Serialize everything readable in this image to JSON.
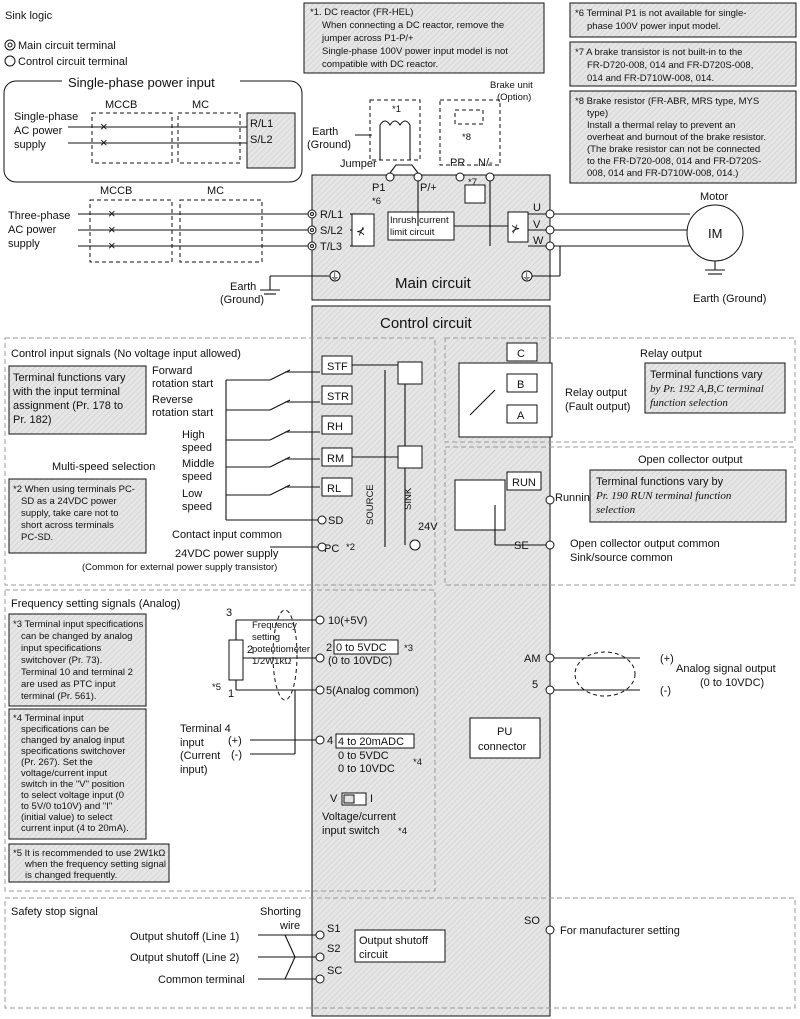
{
  "legend": {
    "title": "Sink logic",
    "main": "Main circuit terminal",
    "control": "Control circuit terminal"
  },
  "single_phase": {
    "title": "Single-phase power input",
    "src1": "Single-phase",
    "src2": "AC power",
    "src3": "supply",
    "mccb": "MCCB",
    "mc": "MC",
    "r": "R/L1",
    "s": "S/L2"
  },
  "three_phase": {
    "src1": "Three-phase",
    "src2": "AC power",
    "src3": "supply",
    "mccb": "MCCB",
    "mc": "MC"
  },
  "notes": {
    "n1": [
      "*1.   DC reactor (FR-HEL)",
      "When connecting a DC reactor, remove the",
      "jumper across P1-P/+",
      "Single-phase 100V power input model is not",
      "compatible with DC reactor."
    ],
    "n6": [
      "*6   Terminal P1 is not available for single-",
      "phase 100V power input model."
    ],
    "n7": [
      "*7   A brake transistor is not built-in to the",
      "FR-D720-008, 014 and FR-D720S-008,",
      "014 and FR-D710W-008, 014."
    ],
    "n8": [
      "*8   Brake resistor (FR-ABR, MRS type, MYS",
      "type)",
      "Install a thermal relay to prevent an",
      "overheat and burnout of the brake resistor.",
      "(The brake resistor can not be connected",
      "to the FR-D720-008, 014 and FR-D720S-",
      "008, 014 and FR-D710W-008, 014.)"
    ]
  },
  "main": {
    "earth": "Earth",
    "ground": "(Ground)",
    "jumper": "Jumper",
    "p1": "P1",
    "p1note": "*6",
    "pplus": "P/+",
    "pr": "PR",
    "nminus": "N/-",
    "n7": "*7",
    "n1": "*1",
    "n8": "*8",
    "brake1": "Brake unit",
    "brake2": "(Option)",
    "r": "R/L1",
    "s": "S/L2",
    "t": "T/L3",
    "inrush1": "Inrush current",
    "inrush2": "limit circuit",
    "title": "Main circuit",
    "u": "U",
    "v": "V",
    "w": "W",
    "motor": "Motor",
    "im": "IM",
    "earth_ground": "Earth (Ground)",
    "earth2": "Earth",
    "ground2": "(Ground)"
  },
  "control": {
    "title": "Control circuit",
    "inputs_title": "Control input signals (No voltage input allowed)",
    "note_tf": [
      "Terminal functions vary",
      "with the input terminal",
      "assignment (Pr. 178 to",
      "Pr. 182)"
    ],
    "fwd1": "Forward",
    "fwd2": "rotation start",
    "rev1": "Reverse",
    "rev2": "rotation start",
    "high1": "High",
    "high2": "speed",
    "mid1": "Middle",
    "mid2": "speed",
    "low1": "Low",
    "low2": "speed",
    "multi": "Multi-speed selection",
    "note2": [
      "*2 When using terminals PC-",
      "SD as a 24VDC power",
      "supply, take care not to",
      "short across terminals",
      "PC-SD."
    ],
    "stf": "STF",
    "str": "STR",
    "rh": "RH",
    "rm": "RM",
    "rl": "RL",
    "sd": "SD",
    "pc": "PC",
    "pcnote": "*2",
    "contact_common": "Contact input common",
    "pc_supply": "24VDC power supply",
    "pc_supply2": "(Common for external power supply transistor)",
    "source": "SOURCE",
    "sink": "SINK",
    "v24": "24V",
    "relay_title": "Relay output",
    "c": "C",
    "b": "B",
    "a": "A",
    "relay_label1": "Relay output",
    "relay_label2": "(Fault output)",
    "relay_note": [
      "Terminal functions vary",
      "by Pr. 192 A,B,C terminal",
      "function selection"
    ],
    "oc_title": "Open collector output",
    "run": "RUN",
    "running": "Running",
    "se": "SE",
    "oc_note": [
      "Terminal functions vary by",
      "Pr. 190 RUN terminal function",
      "selection"
    ],
    "oc_common1": "Open collector output common",
    "oc_common2": "Sink/source common"
  },
  "freq": {
    "title": "Frequency setting signals (Analog)",
    "note3": [
      "*3 Terminal input specifications",
      "can be changed by analog",
      "input specifications",
      "switchover (Pr. 73).",
      "Terminal 10 and terminal 2",
      "are used as PTC input",
      "terminal (Pr. 561)."
    ],
    "note4": [
      "*4 Terminal input",
      "specifications can be",
      "changed by analog input",
      "specifications switchover",
      "(Pr. 267). Set the",
      "voltage/current input",
      "switch in the \"V\" position",
      "to select voltage input (0",
      "to 5V/0 to10V) and \"I\"",
      "(initial value) to select",
      "current input (4 to 20mA)."
    ],
    "note5": [
      "*5  It is recommended to use 2W1kΩ",
      "when the frequency setting signal",
      "is changed frequently."
    ],
    "pot1": "Frequency",
    "pot2": "setting",
    "pot3": "potentiometer",
    "pot4": "1/2W1kΩ",
    "pot5": "*5",
    "n3": "3",
    "n2": "2",
    "n1": "1",
    "t10": "10(+5V)",
    "t2": "2",
    "t2range": "0 to 5VDC",
    "t2note": "*3",
    "t2alt": "(0 to 10VDC)",
    "t5": "5(Analog common)",
    "t4in1": "Terminal 4",
    "t4in2": "input",
    "t4in3": "(Current",
    "t4in4": "input)",
    "plus": "(+)",
    "minus": "(-)",
    "t4": "4",
    "t4range": "4 to 20mADC",
    "t4alt1": "0 to 5VDC",
    "t4alt2": "0 to 10VDC",
    "t4note": "*4",
    "sw_v": "V",
    "sw_i": "I",
    "sw1": "Voltage/current",
    "sw2": "input switch",
    "sw3": "*4",
    "am": "AM",
    "am_plus": "(+)",
    "am_minus": "(-)",
    "am5": "5",
    "analog1": "Analog signal output",
    "analog2": "(0 to 10VDC)",
    "pu1": "PU",
    "pu2": "connector"
  },
  "safety": {
    "title": "Safety stop signal",
    "shorting1": "Shorting",
    "shorting2": "wire",
    "line1": "Output shutoff (Line 1)",
    "line2": "Output shutoff (Line 2)",
    "common": "Common terminal",
    "s1": "S1",
    "s2": "S2",
    "sc": "SC",
    "box1": "Output shutoff",
    "box2": "circuit",
    "so": "SO",
    "mfr": "For manufacturer setting"
  }
}
